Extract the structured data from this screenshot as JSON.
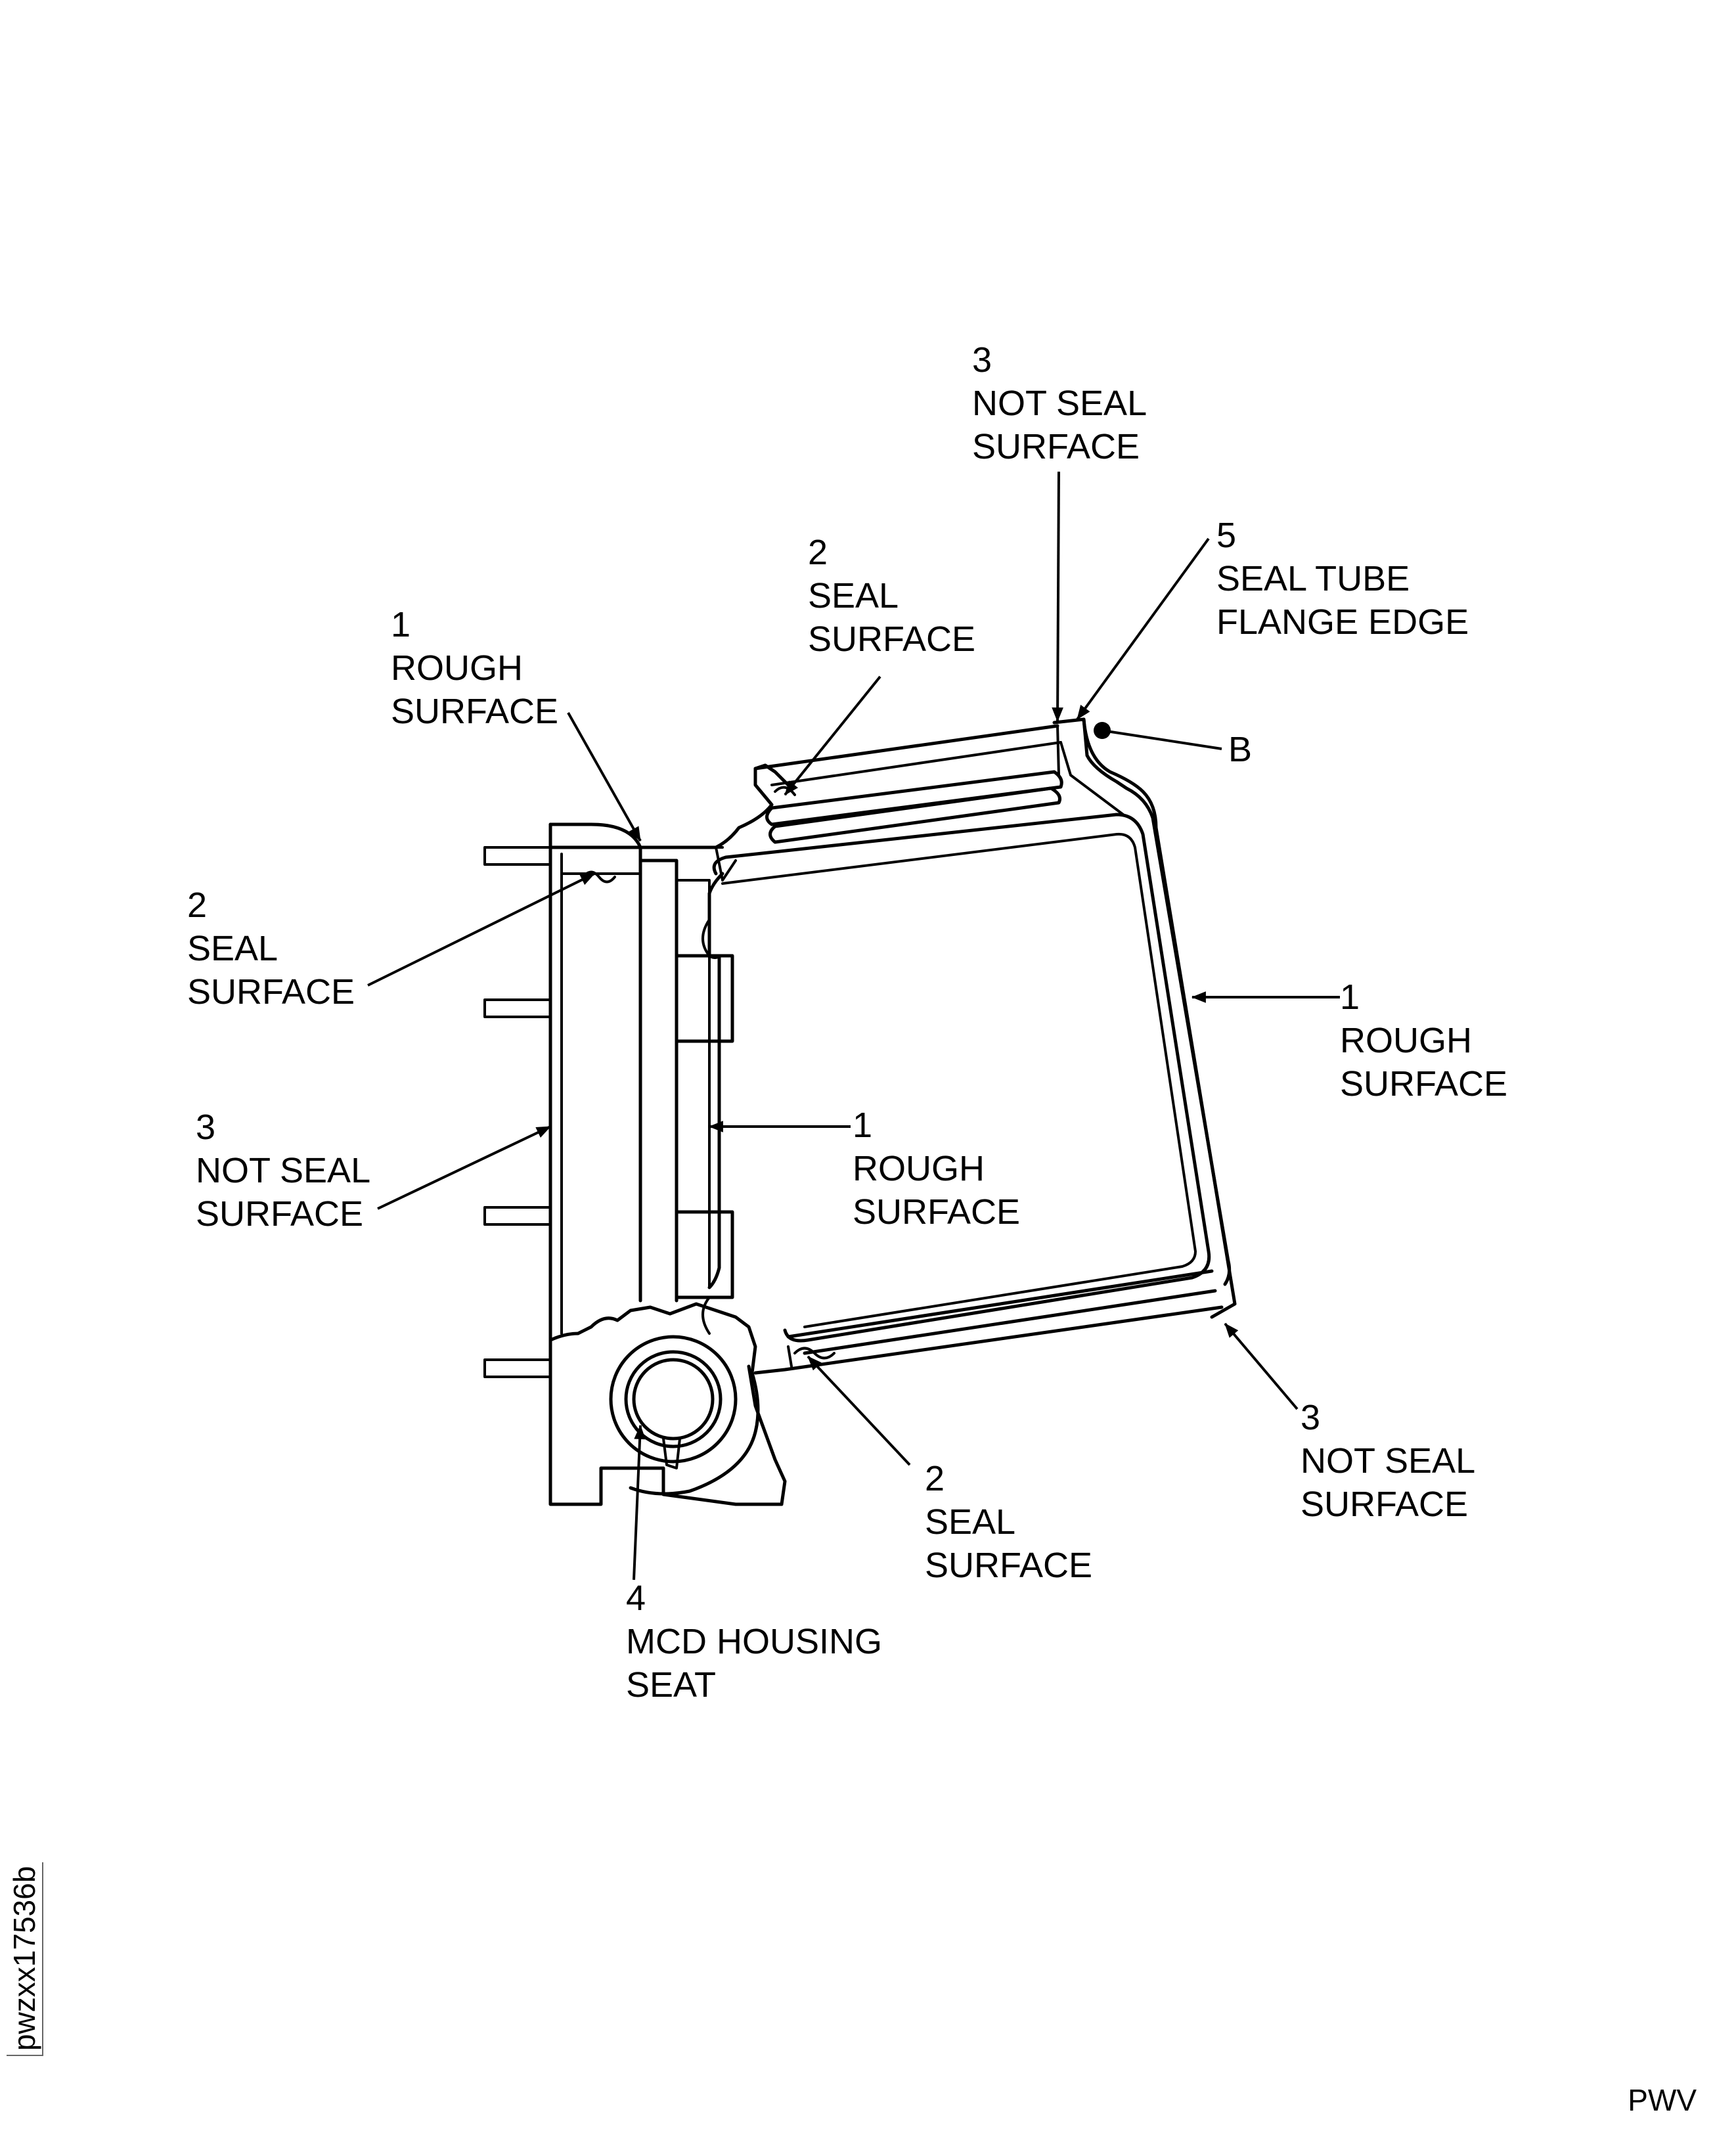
{
  "figure": {
    "code": "pwzxx17536b",
    "source": "PWV"
  },
  "callouts": [
    {
      "id": "c3-top",
      "number": "3",
      "lines": [
        "NOT SEAL",
        "SURFACE"
      ]
    },
    {
      "id": "c2-top",
      "number": "2",
      "lines": [
        "SEAL",
        "SURFACE"
      ]
    },
    {
      "id": "c5",
      "number": "5",
      "lines": [
        "SEAL TUBE",
        "FLANGE EDGE"
      ]
    },
    {
      "id": "c1-top",
      "number": "1",
      "lines": [
        "ROUGH",
        "SURFACE"
      ]
    },
    {
      "id": "c2-left",
      "number": "2",
      "lines": [
        "SEAL",
        "SURFACE"
      ]
    },
    {
      "id": "c3-left",
      "number": "3",
      "lines": [
        "NOT SEAL",
        "SURFACE"
      ]
    },
    {
      "id": "c1-mid",
      "number": "1",
      "lines": [
        "ROUGH",
        "SURFACE"
      ]
    },
    {
      "id": "c1-right",
      "number": "1",
      "lines": [
        "ROUGH",
        "SURFACE"
      ]
    },
    {
      "id": "c3-bottom",
      "number": "3",
      "lines": [
        "NOT SEAL",
        "SURFACE"
      ]
    },
    {
      "id": "c2-bottom",
      "number": "2",
      "lines": [
        "SEAL",
        "SURFACE"
      ]
    },
    {
      "id": "c4",
      "number": "4",
      "lines": [
        "MCD HOUSING",
        "SEAT"
      ]
    },
    {
      "id": "cB",
      "number": "",
      "lines": [
        "B"
      ]
    }
  ]
}
